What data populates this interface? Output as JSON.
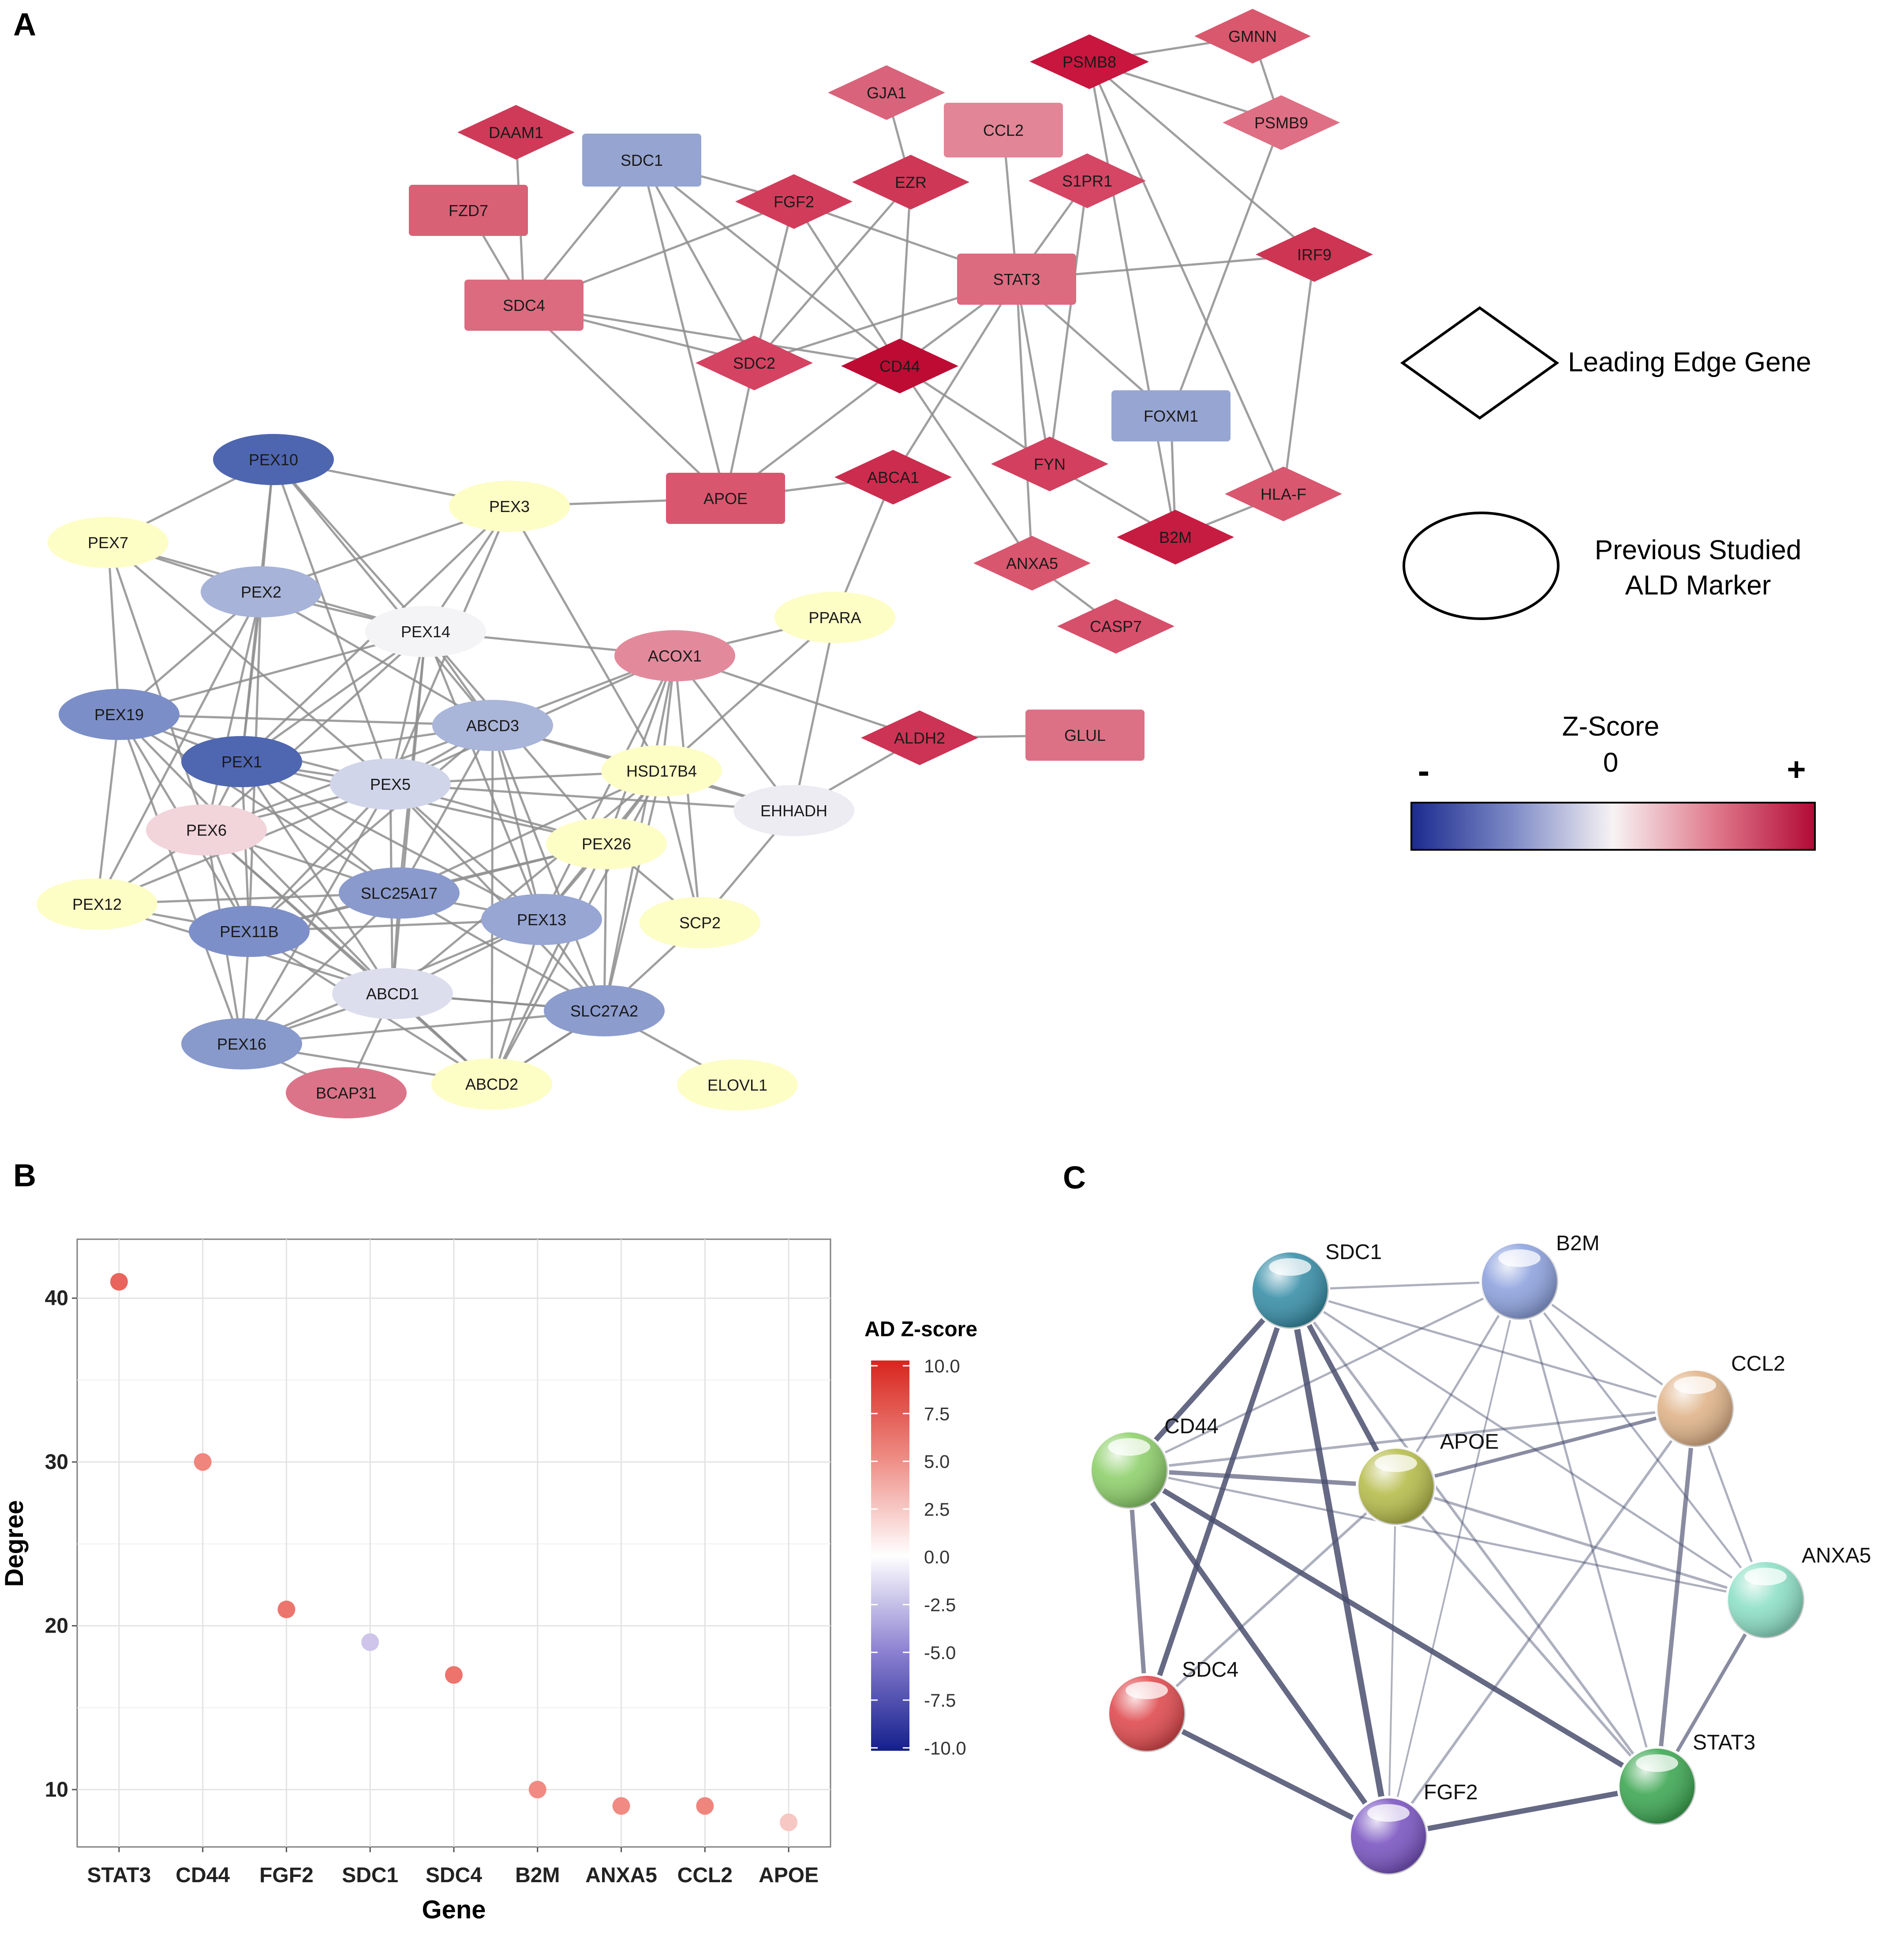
{
  "panels": {
    "a": "A",
    "b": "B",
    "c": "C"
  },
  "network": {
    "nodes": [
      {
        "id": "GMNN",
        "label": "GMNN",
        "shape": "diamond",
        "color": "#d9586e"
      },
      {
        "id": "PSMB8",
        "label": "PSMB8",
        "shape": "diamond",
        "color": "#c8163e"
      },
      {
        "id": "GJA1",
        "label": "GJA1",
        "shape": "diamond",
        "color": "#d9637a"
      },
      {
        "id": "CCL2",
        "label": "CCL2",
        "shape": "rect",
        "color": "#e18597"
      },
      {
        "id": "PSMB9",
        "label": "PSMB9",
        "shape": "diamond",
        "color": "#df6f84"
      },
      {
        "id": "DAAM1",
        "label": "DAAM1",
        "shape": "diamond",
        "color": "#cf3a58"
      },
      {
        "id": "SDC1",
        "label": "SDC1",
        "shape": "rect",
        "color": "#95a4d0"
      },
      {
        "id": "FZD7",
        "label": "FZD7",
        "shape": "rect",
        "color": "#d96176"
      },
      {
        "id": "FGF2",
        "label": "FGF2",
        "shape": "diamond",
        "color": "#d23c5b"
      },
      {
        "id": "EZR",
        "label": "EZR",
        "shape": "diamond",
        "color": "#cf3756"
      },
      {
        "id": "S1PR1",
        "label": "S1PR1",
        "shape": "diamond",
        "color": "#d54564"
      },
      {
        "id": "STAT3",
        "label": "STAT3",
        "shape": "rect",
        "color": "#dc6b80"
      },
      {
        "id": "IRF9",
        "label": "IRF9",
        "shape": "diamond",
        "color": "#cd3553"
      },
      {
        "id": "SDC4",
        "label": "SDC4",
        "shape": "rect",
        "color": "#dc6b80"
      },
      {
        "id": "SDC2",
        "label": "SDC2",
        "shape": "diamond",
        "color": "#d44362"
      },
      {
        "id": "CD44",
        "label": "CD44",
        "shape": "diamond",
        "color": "#be0b33"
      },
      {
        "id": "FOXM1",
        "label": "FOXM1",
        "shape": "rect",
        "color": "#97a5d2"
      },
      {
        "id": "APOE",
        "label": "APOE",
        "shape": "rect",
        "color": "#d9566f"
      },
      {
        "id": "ABCA1",
        "label": "ABCA1",
        "shape": "diamond",
        "color": "#cc2c4e"
      },
      {
        "id": "FYN",
        "label": "FYN",
        "shape": "diamond",
        "color": "#d33f5e"
      },
      {
        "id": "HLA-F",
        "label": "HLA-F",
        "shape": "diamond",
        "color": "#d9576f"
      },
      {
        "id": "B2M",
        "label": "B2M",
        "shape": "diamond",
        "color": "#c71c42"
      },
      {
        "id": "ANXA5",
        "label": "ANXA5",
        "shape": "diamond",
        "color": "#d9566f"
      },
      {
        "id": "CASP7",
        "label": "CASP7",
        "shape": "diamond",
        "color": "#d6506b"
      },
      {
        "id": "ALDH2",
        "label": "ALDH2",
        "shape": "diamond",
        "color": "#cd3354"
      },
      {
        "id": "GLUL",
        "label": "GLUL",
        "shape": "rect",
        "color": "#dc7186"
      },
      {
        "id": "PEX10",
        "label": "PEX10",
        "shape": "ellipse",
        "color": "#4e66b0"
      },
      {
        "id": "PEX3",
        "label": "PEX3",
        "shape": "ellipse",
        "color": "#fdfdc6"
      },
      {
        "id": "PEX7",
        "label": "PEX7",
        "shape": "ellipse",
        "color": "#fdfdc6"
      },
      {
        "id": "PEX2",
        "label": "PEX2",
        "shape": "ellipse",
        "color": "#a7b3d8"
      },
      {
        "id": "PEX14",
        "label": "PEX14",
        "shape": "ellipse",
        "color": "#f4f4f6"
      },
      {
        "id": "ACOX1",
        "label": "ACOX1",
        "shape": "ellipse",
        "color": "#e28a9c"
      },
      {
        "id": "PPARA",
        "label": "PPARA",
        "shape": "ellipse",
        "color": "#fdfdc6"
      },
      {
        "id": "PEX19",
        "label": "PEX19",
        "shape": "ellipse",
        "color": "#7b8ec7"
      },
      {
        "id": "ABCD3",
        "label": "ABCD3",
        "shape": "ellipse",
        "color": "#a9b5d9"
      },
      {
        "id": "PEX1",
        "label": "PEX1",
        "shape": "ellipse",
        "color": "#4f66b0"
      },
      {
        "id": "PEX5",
        "label": "PEX5",
        "shape": "ellipse",
        "color": "#d0d5ea"
      },
      {
        "id": "HSD17B4",
        "label": "HSD17B4",
        "shape": "ellipse",
        "color": "#fdfdc6"
      },
      {
        "id": "EHHADH",
        "label": "EHHADH",
        "shape": "ellipse",
        "color": "#ececf2"
      },
      {
        "id": "PEX6",
        "label": "PEX6",
        "shape": "ellipse",
        "color": "#f2d4db"
      },
      {
        "id": "PEX26",
        "label": "PEX26",
        "shape": "ellipse",
        "color": "#fdfdc6"
      },
      {
        "id": "PEX12",
        "label": "PEX12",
        "shape": "ellipse",
        "color": "#fdfdc6"
      },
      {
        "id": "SLC25A17",
        "label": "SLC25A17",
        "shape": "ellipse",
        "color": "#8a9acd"
      },
      {
        "id": "PEX11B",
        "label": "PEX11B",
        "shape": "ellipse",
        "color": "#7d8fc8"
      },
      {
        "id": "PEX13",
        "label": "PEX13",
        "shape": "ellipse",
        "color": "#97a6d3"
      },
      {
        "id": "SCP2",
        "label": "SCP2",
        "shape": "ellipse",
        "color": "#fdfdc6"
      },
      {
        "id": "ABCD1",
        "label": "ABCD1",
        "shape": "ellipse",
        "color": "#dcdeee"
      },
      {
        "id": "SLC27A2",
        "label": "SLC27A2",
        "shape": "ellipse",
        "color": "#8c9ccd"
      },
      {
        "id": "PEX16",
        "label": "PEX16",
        "shape": "ellipse",
        "color": "#8899cc"
      },
      {
        "id": "BCAP31",
        "label": "BCAP31",
        "shape": "ellipse",
        "color": "#dc7489"
      },
      {
        "id": "ABCD2",
        "label": "ABCD2",
        "shape": "ellipse",
        "color": "#fdfdc6"
      },
      {
        "id": "ELOVL1",
        "label": "ELOVL1",
        "shape": "ellipse",
        "color": "#fdfdc6"
      }
    ]
  },
  "legend": {
    "leading_edge": "Leading Edge Gene",
    "previous_line1": "Previous Studied",
    "previous_line2": "ALD Marker",
    "zscore_title": "Z-Score",
    "minus": "-",
    "zero": "0",
    "plus": "+"
  },
  "chart_data": {
    "type": "scatter",
    "categories": [
      "STAT3",
      "CD44",
      "FGF2",
      "SDC1",
      "SDC4",
      "B2M",
      "ANXA5",
      "CCL2",
      "APOE"
    ],
    "values": [
      41,
      30,
      21,
      19,
      17,
      10,
      9,
      9,
      8
    ],
    "point_colors": [
      "#e8645c",
      "#f0857d",
      "#ec756d",
      "#cfc4ea",
      "#ec746c",
      "#f08a82",
      "#f08a82",
      "#ef867e",
      "#f7c7c3"
    ],
    "xlabel": "Gene",
    "ylabel": "Degree",
    "yticks": [
      10,
      20,
      30,
      40
    ],
    "ylim": [
      6.5,
      43.6
    ],
    "colorbar": {
      "title": "AD Z-score",
      "ticks": [
        "10.0",
        "7.5",
        "5.0",
        "2.5",
        "0.0",
        "-2.5",
        "-5.0",
        "-7.5",
        "-10.0"
      ]
    },
    "grid": true
  },
  "string_network": {
    "nodes": [
      {
        "id": "SDC1",
        "label": "SDC1",
        "color": "#3a8fa8"
      },
      {
        "id": "B2M",
        "label": "B2M",
        "color": "#8fa3de"
      },
      {
        "id": "CCL2",
        "label": "CCL2",
        "color": "#e0b48a"
      },
      {
        "id": "CD44",
        "label": "CD44",
        "color": "#8fd06c"
      },
      {
        "id": "APOE",
        "label": "APOE",
        "color": "#b7bd4d"
      },
      {
        "id": "ANXA5",
        "label": "ANXA5",
        "color": "#8ee0c6"
      },
      {
        "id": "SDC4",
        "label": "SDC4",
        "color": "#df4b4f"
      },
      {
        "id": "STAT3",
        "label": "STAT3",
        "color": "#3fa854"
      },
      {
        "id": "FGF2",
        "label": "FGF2",
        "color": "#7b56c2"
      }
    ]
  }
}
